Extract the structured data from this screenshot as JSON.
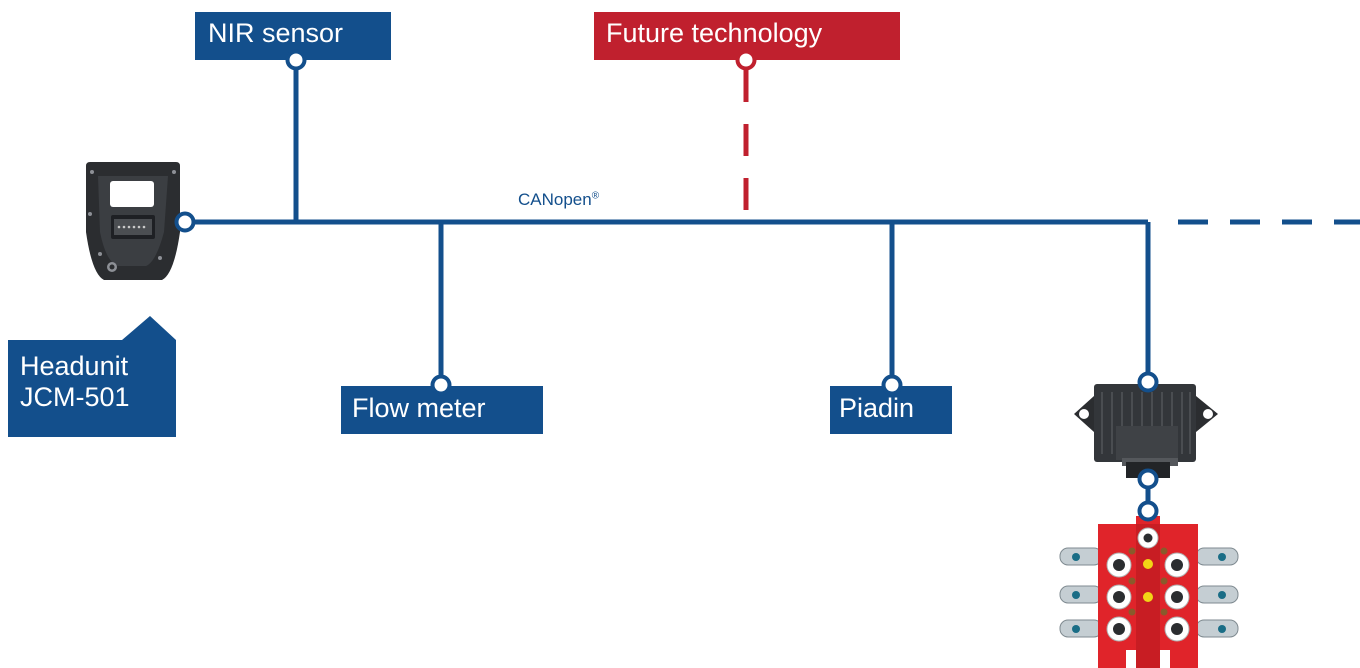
{
  "bus": {
    "label": "CANopen",
    "label_mark": "®"
  },
  "nodes": {
    "headunit": {
      "line1": "Headunit",
      "line2": "JCM-501"
    },
    "nir_sensor": {
      "label": "NIR sensor"
    },
    "future_technology": {
      "label": "Future technology"
    },
    "flow_meter": {
      "label": "Flow meter"
    },
    "piadin": {
      "label": "Piadin"
    }
  },
  "colors": {
    "primary_blue": "#134f8c",
    "future_red": "#c0202e",
    "valve_red": "#e0242a",
    "device_dark": "#2b2d30"
  }
}
